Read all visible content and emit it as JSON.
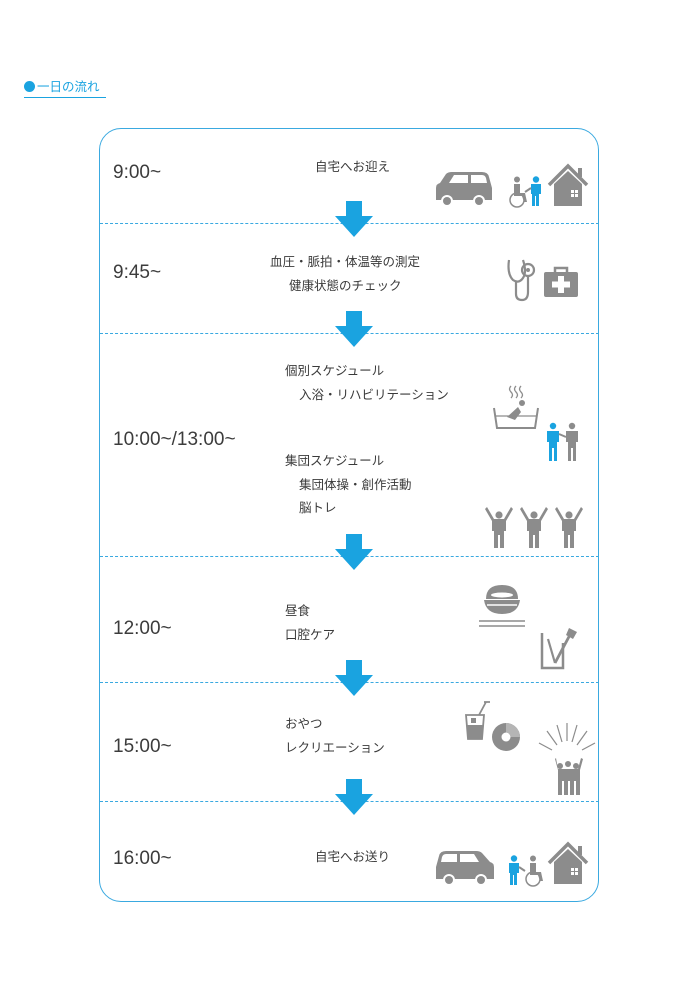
{
  "title": "●一日の流れ",
  "schedule": [
    {
      "time": "9:00~",
      "lines": [
        "自宅へお迎え"
      ]
    },
    {
      "time": "9:45~",
      "lines": [
        "血圧・脈拍・体温等の測定",
        "健康状態のチェック"
      ]
    },
    {
      "time": "10:00~/13:00~",
      "lines": [
        "個別スケジュール",
        "入浴・リハビリテーション",
        "集団スケジュール",
        "集団体操・創作活動",
        "脳トレ"
      ]
    },
    {
      "time": "12:00~",
      "lines": [
        "昼食",
        "口腔ケア"
      ]
    },
    {
      "time": "15:00~",
      "lines": [
        "おやつ",
        "レクリエーション"
      ]
    },
    {
      "time": "16:00~",
      "lines": [
        "自宅へお送り"
      ]
    }
  ],
  "colors": {
    "accent": "#1aa3e0",
    "icon_gray": "#8c8c8c"
  },
  "icons": [
    "car-icon",
    "wheelchair-caregiver-icon",
    "house-icon",
    "stethoscope-icon",
    "first-aid-kit-icon",
    "bathing-icon",
    "rehab-assist-icon",
    "exercise-people-icon",
    "rice-bowl-icon",
    "toothbrush-cup-icon",
    "drink-icon",
    "cookie-icon",
    "cheering-group-icon"
  ]
}
